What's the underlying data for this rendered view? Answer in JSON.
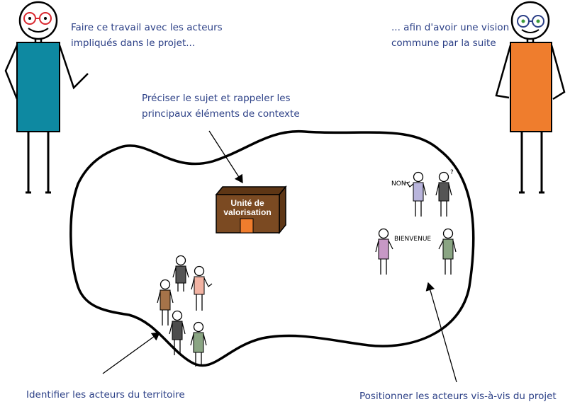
{
  "captions": {
    "top_left": [
      "Faire ce travail avec les acteurs",
      "impliqués dans le projet..."
    ],
    "top_right": [
      "... afin d'avoir une vision",
      "commune par la suite"
    ],
    "center": [
      "Préciser le sujet et rappeler les",
      "principaux éléments de contexte"
    ],
    "bottom_left": "Identifier les acteurs du territoire",
    "bottom_right": "Positionner les acteurs vis-à-vis du projet"
  },
  "building": {
    "line1": "Unité de",
    "line2": "valorisation"
  },
  "speech": {
    "non": "NON",
    "question": "?",
    "bienvenue": "BIENVENUE"
  },
  "colors": {
    "text": "#2b3f86",
    "left_figure_body": "#0e89a1",
    "right_figure_body": "#ef7d2d",
    "building": "#7b4a22",
    "building_door": "#ef7d2d"
  }
}
